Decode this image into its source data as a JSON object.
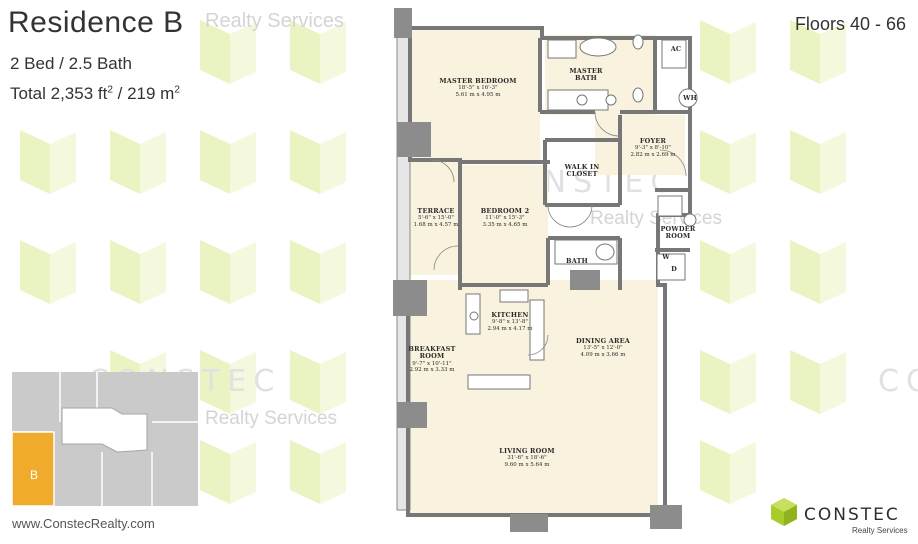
{
  "header": {
    "title": "Residence B",
    "beds_baths": "2 Bed / 2.5 Bath",
    "total_prefix": "Total 2,353 ft",
    "total_mid": " / 219 m",
    "superscript": "2",
    "floors": "Floors 40 - 66"
  },
  "watermark": {
    "realty_services": "Realty Services",
    "constec": "CONSTEC"
  },
  "rooms": {
    "master_bedroom": {
      "name": "MASTER BEDROOM",
      "dim_ft": "18'-5\" x 16'-3\"",
      "dim_m": "5.61 m x 4.95 m"
    },
    "master_bath": {
      "name": "MASTER",
      "name2": "BATH"
    },
    "ac": {
      "name": "AC"
    },
    "wh": {
      "name": "WH"
    },
    "foyer": {
      "name": "FOYER",
      "dim_ft": "9'-3\" x 8'-10\"",
      "dim_m": "2.82 m x 2.69 m"
    },
    "walk_in_closet": {
      "name": "WALK IN",
      "name2": "CLOSET"
    },
    "terrace": {
      "name": "TERRACE",
      "dim_ft": "5'-6\" x 15'-0\"",
      "dim_m": "1.68 m x 4.57 m"
    },
    "bedroom_2": {
      "name": "BEDROOM 2",
      "dim_ft": "11'-0\" x 15'-3\"",
      "dim_m": "3.35 m x 4.65 m"
    },
    "powder_room": {
      "name": "POWDER",
      "name2": "ROOM"
    },
    "bath": {
      "name": "BATH"
    },
    "wd": {
      "w": "W",
      "d": "D"
    },
    "kitchen": {
      "name": "KITCHEN",
      "dim_ft": "9'-8\" x 13'-8\"",
      "dim_m": "2.94 m x 4.17 m"
    },
    "breakfast_room": {
      "name": "BREAKFAST",
      "name2": "ROOM",
      "dim_ft": "9'-7\" x 10'-11\"",
      "dim_m": "2.92 m x 3.33 m"
    },
    "dining_area": {
      "name": "DINING AREA",
      "dim_ft": "13'-5\" x 12'-0\"",
      "dim_m": "4.09 m x 3.66 m"
    },
    "living_room": {
      "name": "LIVING ROOM",
      "dim_ft": "31'-6\" x 18'-6\"",
      "dim_m": "9.60 m x 5.64 m"
    }
  },
  "keyplan": {
    "unit_label": "B"
  },
  "footer": {
    "website": "www.ConstecRealty.com"
  },
  "logo": {
    "name": "CONSTEC",
    "tagline": "Realty Services"
  },
  "colors": {
    "watermark_green": "#eef6cc",
    "room_fill": "#f8f2df",
    "wall": "#777777",
    "column": "#8c8c8c",
    "keyplan_gray": "#c9c9c9",
    "keyplan_highlight": "#f0ab2c",
    "logo_green": "#a9cc2c"
  }
}
